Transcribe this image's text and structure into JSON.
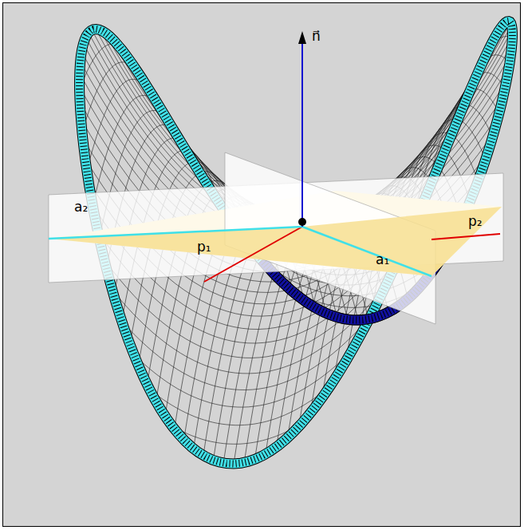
{
  "diagram": {
    "labels": [
      "n⃗",
      "a₂",
      "p₁",
      "a₁",
      "p₂"
    ]
  }
}
